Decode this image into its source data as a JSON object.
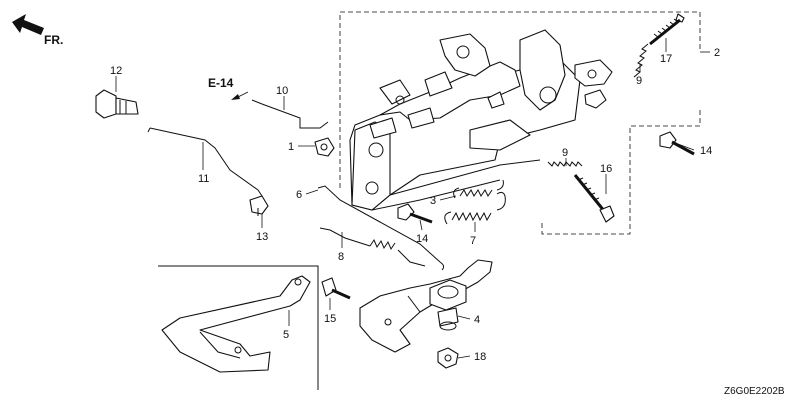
{
  "direction": {
    "label": "FR."
  },
  "reference": {
    "label": "E-14"
  },
  "drawing_code": "Z6G0E2202B",
  "callouts": {
    "c1": "1",
    "c2": "2",
    "c4": "4",
    "c5": "5",
    "c6": "6",
    "c7": "7",
    "c8": "8",
    "c9a": "9",
    "c9b": "9",
    "c10": "10",
    "c11": "11",
    "c12": "12",
    "c13": "13",
    "c14a": "14",
    "c14b": "14",
    "c15": "15",
    "c16": "16",
    "c17": "17",
    "c18": "18",
    "c3": "3"
  }
}
